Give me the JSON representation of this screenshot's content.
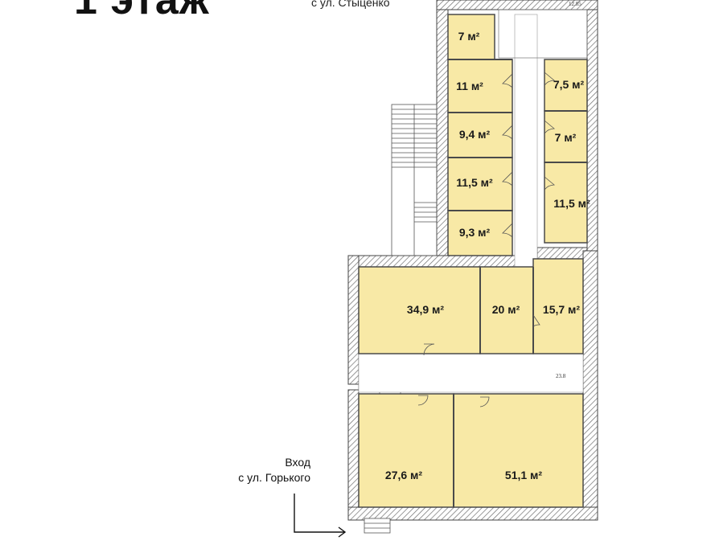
{
  "header": {
    "floor_title": "1 этаж",
    "street_note": "с ул. Стыценко"
  },
  "entrance": {
    "line1": "Вход",
    "line2": "с ул. Горького"
  },
  "dimensions": {
    "top_right": "12.85",
    "corridor": "23.8"
  },
  "colors": {
    "room_fill": "#f8e9a6",
    "wall": "#4a4a4a",
    "hatch": "#7a7a7a"
  },
  "rooms": [
    {
      "id": "r1",
      "area": "7 м²"
    },
    {
      "id": "r2",
      "area": "11 м²"
    },
    {
      "id": "r3",
      "area": "9,4 м²"
    },
    {
      "id": "r4",
      "area": "11,5 м²"
    },
    {
      "id": "r5",
      "area": "9,3 м²"
    },
    {
      "id": "r6",
      "area": "7,5 м²"
    },
    {
      "id": "r7",
      "area": "7 м²"
    },
    {
      "id": "r8",
      "area": "11,5 м²"
    },
    {
      "id": "r9",
      "area": "34,9 м²"
    },
    {
      "id": "r10",
      "area": "20 м²"
    },
    {
      "id": "r11",
      "area": "15,7 м²"
    },
    {
      "id": "r12",
      "area": "27,6 м²"
    },
    {
      "id": "r13",
      "area": "51,1 м²"
    }
  ]
}
